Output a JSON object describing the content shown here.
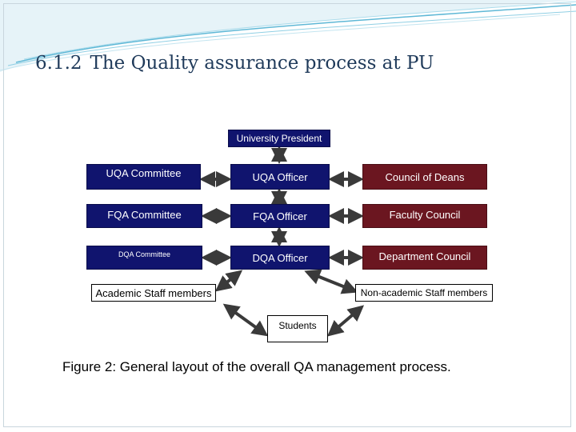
{
  "title": {
    "number": "6.1.2",
    "text": "The Quality assurance process at PU"
  },
  "nodes": {
    "president": "University President",
    "uqa_committee": "UQA Committee",
    "uqa_officer": "UQA Officer",
    "council_deans": "Council of Deans",
    "fqa_committee": "FQA Committee",
    "fqa_officer": "FQA Officer",
    "faculty_council": "Faculty Council",
    "dqa_committee": "DQA Committee",
    "dqa_officer": "DQA Officer",
    "department_council": "Department Council",
    "academic_staff": "Academic Staff members",
    "nonacademic_staff": "Non-academic Staff members",
    "students": "Students"
  },
  "caption": "Figure 2: General layout of the overall QA management process.",
  "colors": {
    "navy": "#10146e",
    "maroon": "#6b1620",
    "connector": "#3a3a3a",
    "title": "#1f3a5a",
    "wave": "#5fb8d6"
  }
}
